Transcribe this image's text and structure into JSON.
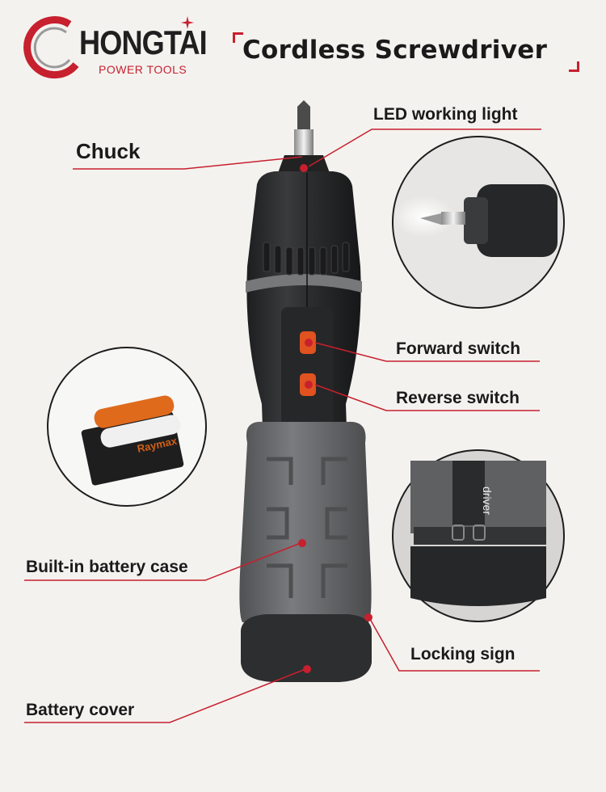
{
  "brand": {
    "name": "HONGTAI",
    "tagline": "POWER TOOLS"
  },
  "title": "Cordless Screwdriver",
  "labels": {
    "chuck": "Chuck",
    "led": "LED working light",
    "forward": "Forward switch",
    "reverse": "Reverse switch",
    "battery_case": "Built-in battery case",
    "locking": "Locking sign",
    "battery_cover": "Battery cover"
  },
  "battery_brand": "Raymax",
  "grip_text": "driver",
  "colors": {
    "accent": "#c7202e",
    "background": "#f4f2ef",
    "body_dark": "#2f3031",
    "body_grey": "#6a6b6d",
    "switch": "#e0521f"
  }
}
